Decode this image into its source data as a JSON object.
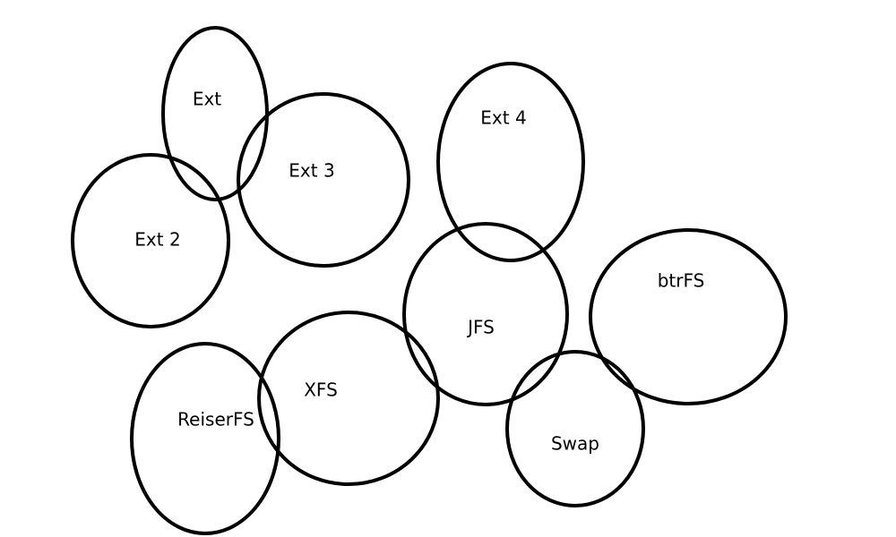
{
  "diagram": {
    "nodes": [
      {
        "id": "ext",
        "label": "Ext"
      },
      {
        "id": "ext2",
        "label": "Ext 2"
      },
      {
        "id": "ext3",
        "label": "Ext 3"
      },
      {
        "id": "ext4",
        "label": "Ext 4"
      },
      {
        "id": "jfs",
        "label": "JFS"
      },
      {
        "id": "btrfs",
        "label": "btrFS"
      },
      {
        "id": "reiserfs",
        "label": "ReiserFS"
      },
      {
        "id": "xfs",
        "label": "XFS"
      },
      {
        "id": "swap",
        "label": "Swap"
      }
    ],
    "colors": {
      "stroke": "#000000",
      "text": "#000000",
      "background": "#ffffff"
    }
  }
}
